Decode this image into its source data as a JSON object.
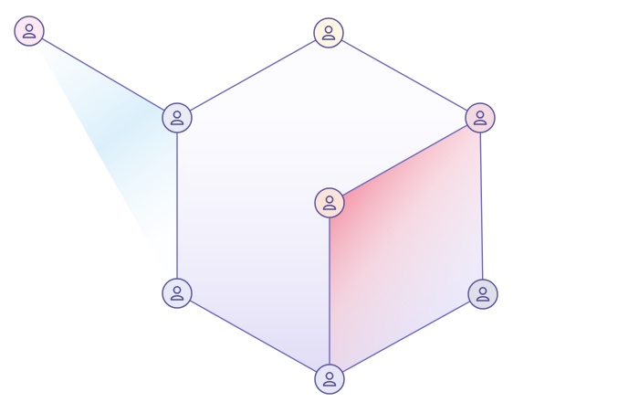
{
  "diagram": {
    "type": "network",
    "nodes": [
      {
        "id": "n1",
        "icon": "user-icon",
        "fill": "#fbe8f1"
      },
      {
        "id": "n2",
        "icon": "user-icon",
        "fill": "#fdf6e3"
      },
      {
        "id": "n3",
        "icon": "user-icon",
        "fill": "#e9ecf5"
      },
      {
        "id": "n4",
        "icon": "user-icon",
        "fill": "#f3d9e2"
      },
      {
        "id": "n5",
        "icon": "user-icon",
        "fill": "#fbe3da"
      },
      {
        "id": "n6",
        "icon": "user-icon",
        "fill": "#e7eaf6"
      },
      {
        "id": "n7",
        "icon": "user-icon",
        "fill": "#dedfe8"
      },
      {
        "id": "n8",
        "icon": "user-icon",
        "fill": "#e7e6f6"
      }
    ],
    "edges": [
      [
        "n1",
        "n3"
      ],
      [
        "n3",
        "n2"
      ],
      [
        "n2",
        "n4"
      ],
      [
        "n4",
        "n7"
      ],
      [
        "n7",
        "n8"
      ],
      [
        "n8",
        "n6"
      ],
      [
        "n6",
        "n3"
      ],
      [
        "n5",
        "n4"
      ],
      [
        "n5",
        "n8"
      ]
    ],
    "colors": {
      "edge": "#6b67c0",
      "face_fill": "#dcd8f4",
      "accent_red": "#f3a5b2",
      "accent_blue": "#bfe4f8"
    }
  }
}
